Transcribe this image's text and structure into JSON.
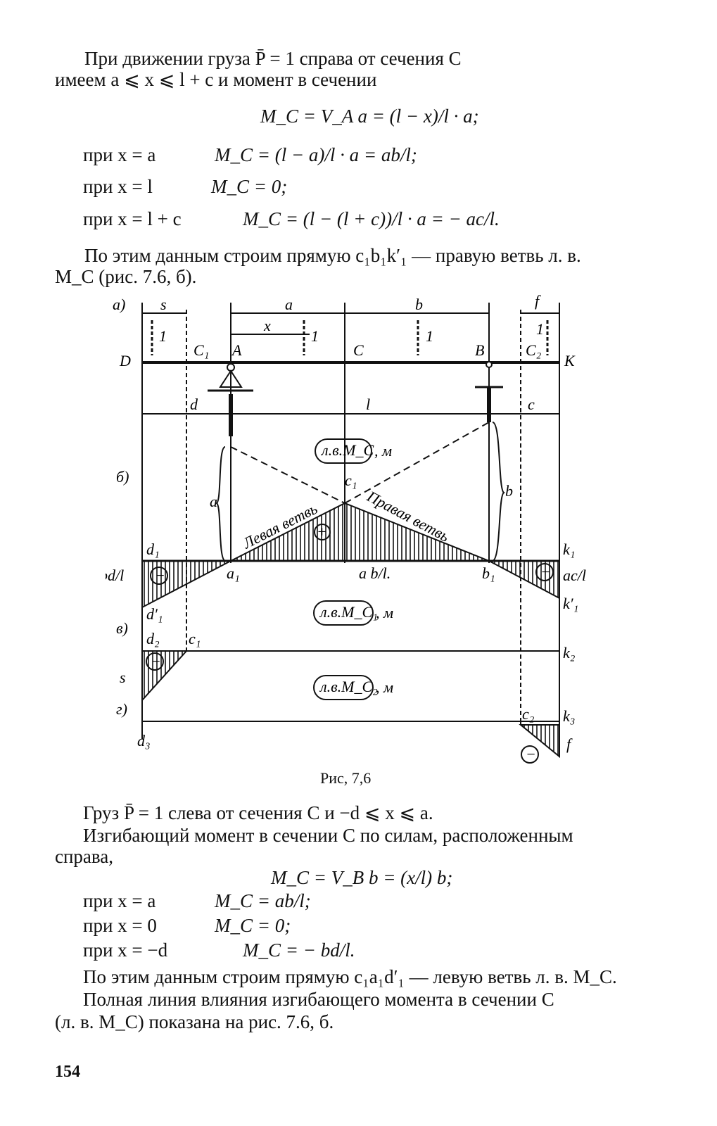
{
  "text_top": {
    "l1": "При движении груза P̄ = 1 справа от сечения C",
    "l2": "имеем a ⩽ x ⩽ l + c и момент в сечении",
    "eq1": "M_C = V_A a = (l − x)/l · a;",
    "row1_label": "при x = a",
    "row1_eq": "M_C = (l − a)/l · a = ab/l;",
    "row2_label": "при x = l",
    "row2_eq": "M_C = 0;",
    "row3_label": "при x = l + c",
    "row3_eq": "M_C = (l − (l + c))/l · a = − ac/l.",
    "p1": "По этим данным строим прямую c₁b₁k′₁ — правую ветвь л. в.",
    "p2": "M_C (рис. 7.6, б)."
  },
  "figure": {
    "labels": {
      "a_panel": "а)",
      "b_panel": "б)",
      "v_panel": "в)",
      "g_panel": "г)",
      "s": "s",
      "a": "a",
      "b": "b",
      "f": "f",
      "x": "x",
      "one": "1",
      "D": "D",
      "C1": "C₁",
      "A": "A",
      "C": "C",
      "B": "B",
      "C2": "C₂",
      "K": "K",
      "d": "d",
      "l": "l",
      "c": "c",
      "lv_mc": "л.в.M_C",
      "lv_mc1": "л.в.M_C₁",
      "lv_mc2": "л.в.M_C₂",
      "m": ", м",
      "c1pt": "c₁",
      "left_branch": "Левая ветвь",
      "right_branch": "Правая ветвь",
      "plus": "+",
      "minus": "−",
      "d1": "d₁",
      "k1": "k₁",
      "a1": "a₁",
      "b1": "b₁",
      "bd_l": "bd/l",
      "ab_l": "a b/l.",
      "ac_l": "ac/l",
      "d1p": "d′₁",
      "k1p": "k′₁",
      "d2": "d₂",
      "c1b": "c₁",
      "k2": "k₂",
      "c2b": "c₂",
      "k3": "k₃",
      "d3": "d₃"
    }
  },
  "caption": "Рис, 7,6",
  "text_bottom": {
    "l1": "Груз P̄ = 1 слева от сечения C и −d ⩽ x ⩽ a.",
    "l2": "Изгибающий момент в сечении C по силам, расположенным",
    "l3": "справа,",
    "eq1": "M_C = V_B b = (x/l) b;",
    "row1_label": "при x = a",
    "row1_eq": "M_C = ab/l;",
    "row2_label": "при x = 0",
    "row2_eq": "M_C = 0;",
    "row3_label": "при x = −d",
    "row3_eq": "M_C = − bd/l.",
    "p1": "По этим данным строим прямую c₁a₁d′₁ — левую ветвь л. в. M_C.",
    "p2": "Полная линия влияния изгибающего момента в сечении C",
    "p3": "(л. в. M_C) показана на рис. 7.6, б."
  },
  "page_number": "154"
}
